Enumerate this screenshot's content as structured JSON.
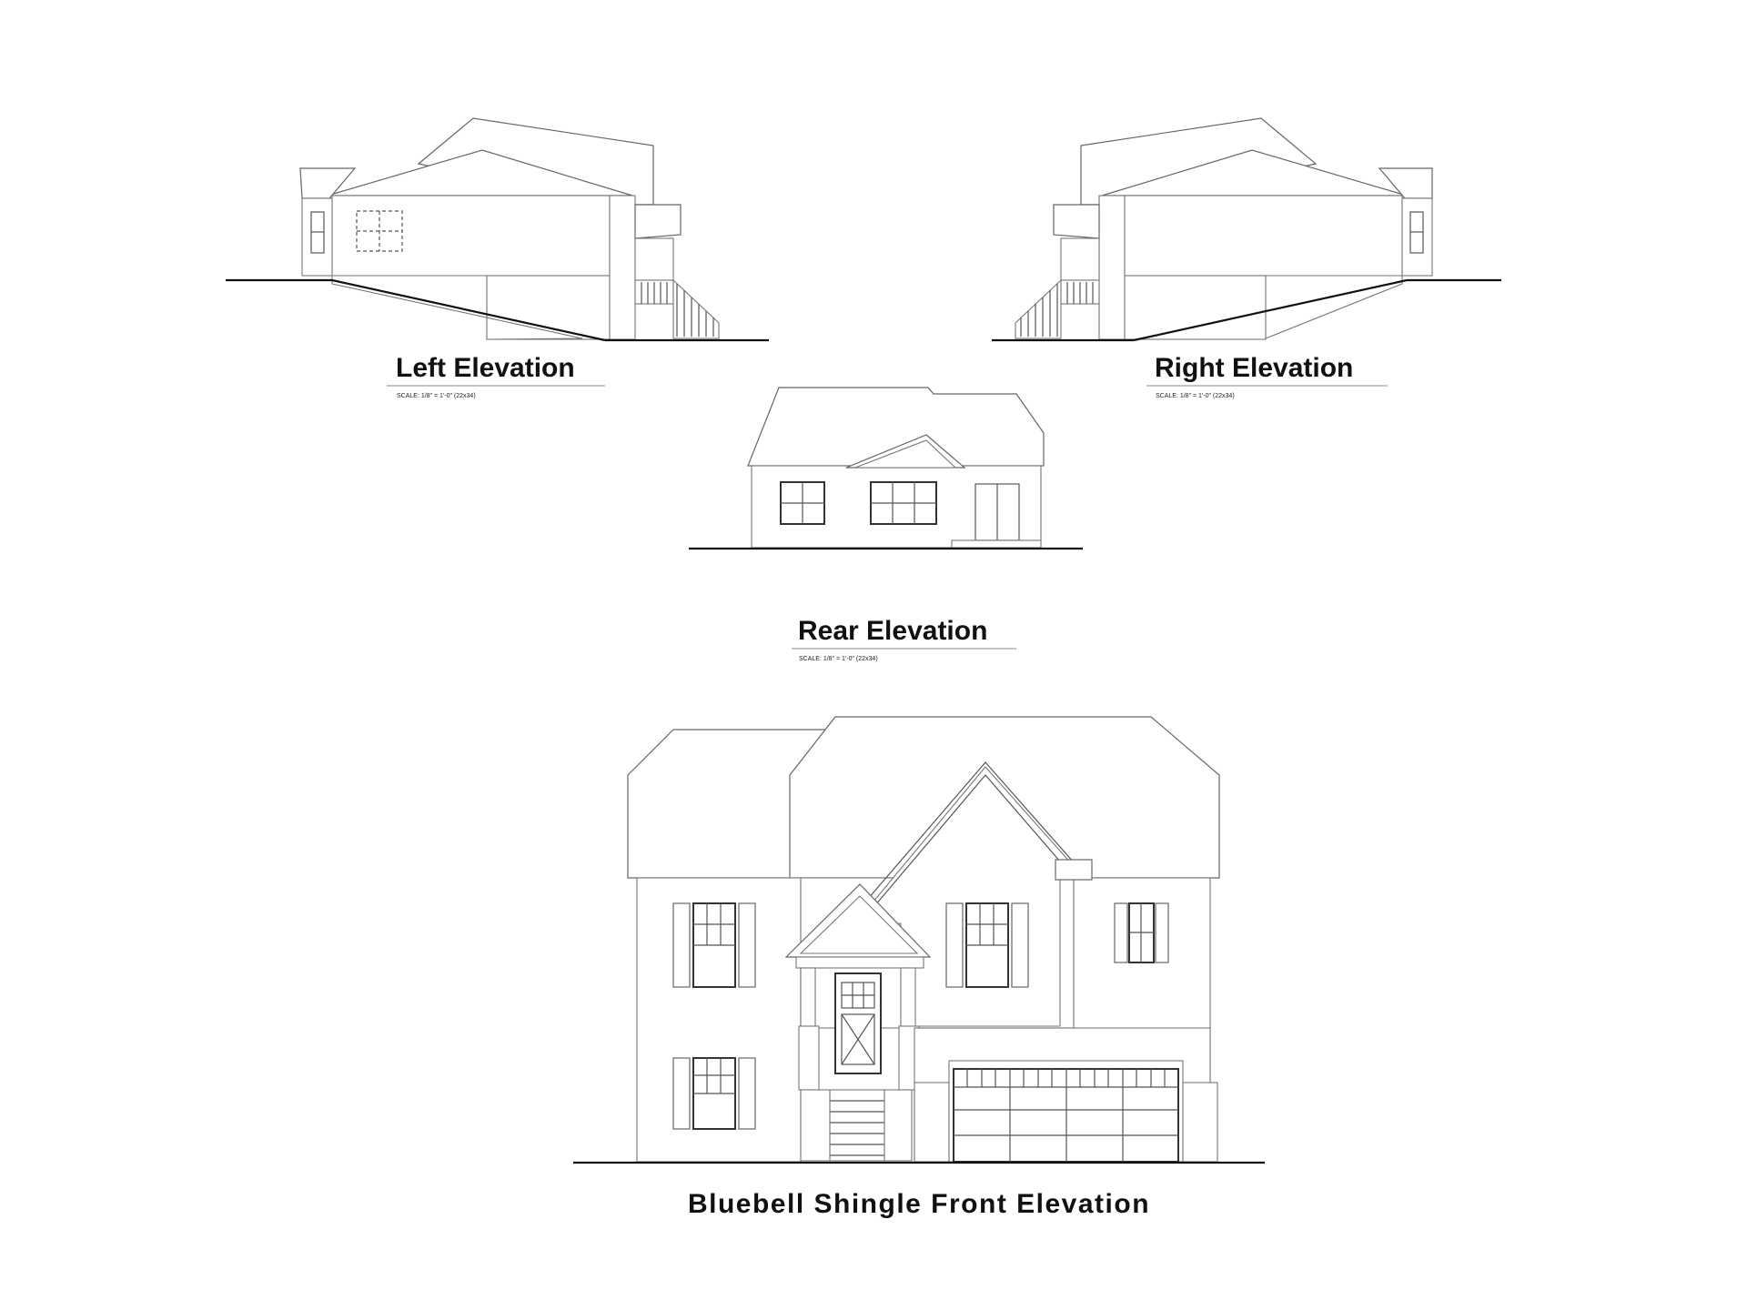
{
  "sheet": {
    "left_elevation": {
      "title": "Left Elevation",
      "scale": "SCALE: 1/8\" = 1'-0\" (22x34)"
    },
    "right_elevation": {
      "title": "Right Elevation",
      "scale": "SCALE: 1/8\" = 1'-0\" (22x34)"
    },
    "rear_elevation": {
      "title": "Rear Elevation",
      "scale": "SCALE: 1/8\" = 1'-0\" (22x34)"
    },
    "front_elevation": {
      "title": "Bluebell Shingle Front Elevation"
    }
  },
  "colors": {
    "background": "#ffffff",
    "line": "#777777",
    "ground": "#111111",
    "title": "#111111"
  }
}
